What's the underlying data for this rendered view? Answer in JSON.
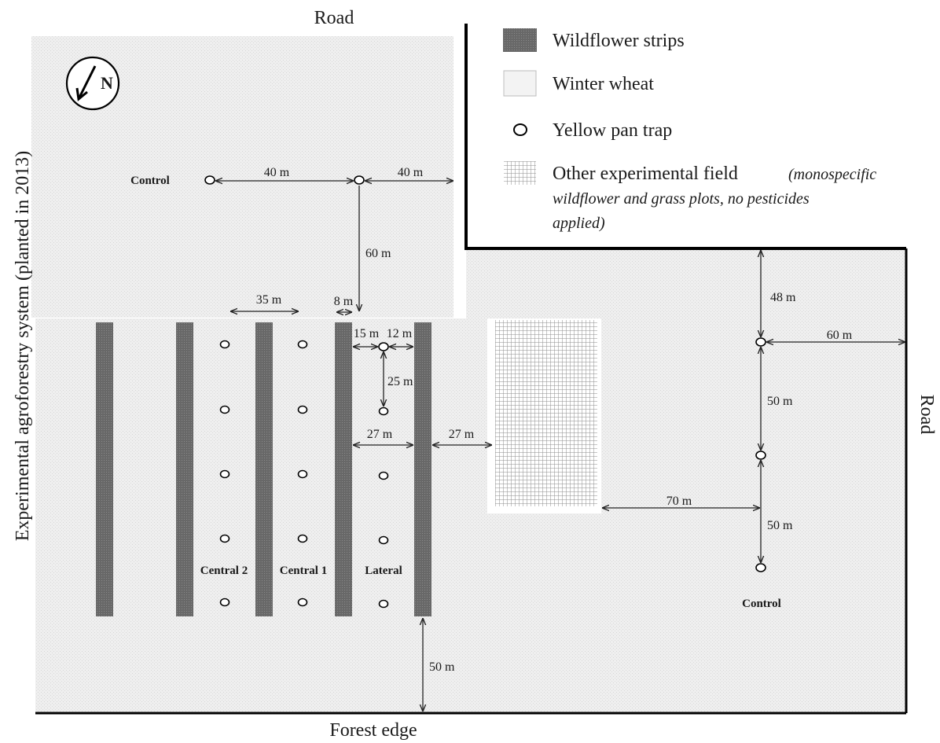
{
  "labels": {
    "road_top": "Road",
    "road_right": "Road",
    "forest_edge": "Forest edge",
    "agroforestry": "Experimental agroforestry system (planted in 2013)",
    "north": "N"
  },
  "legend": {
    "wildflower": "Wildflower strips",
    "wheat": "Winter wheat",
    "trap": "Yellow pan trap",
    "other_field": "Other experimental field",
    "other_field_note_1": "(monospecific",
    "other_field_note_2": "wildflower and grass plots, no pesticides",
    "other_field_note_3": "applied)"
  },
  "plots": {
    "control_top": "Control",
    "control_right": "Control",
    "central_2": "Central 2",
    "central_1": "Central 1",
    "lateral": "Lateral"
  },
  "distances": {
    "d40_left": "40 m",
    "d40_right": "40 m",
    "d60_vert": "60 m",
    "d35": "35 m",
    "d8": "8 m",
    "d15": "15 m",
    "d12": "12 m",
    "d25": "25 m",
    "d27_left": "27 m",
    "d27_right": "27 m",
    "d48": "48 m",
    "d60_right": "60 m",
    "d50_a": "50 m",
    "d50_b": "50 m",
    "d70": "70 m",
    "d50_bottom": "50 m"
  },
  "colors": {
    "strip": "#6b6b6b",
    "wheat": "#ececec",
    "border": "#000000"
  }
}
